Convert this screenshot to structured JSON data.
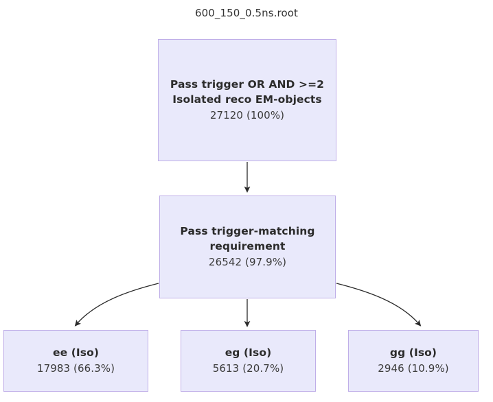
{
  "diagram": {
    "title": "600_150_0.5ns.root",
    "type": "cutflow-flowchart",
    "node_fill_color": "#e9e9fb",
    "node_border_color": "#bfaee8",
    "edge_color": "#2b2b2b",
    "background_color": "#ffffff",
    "nodes": [
      {
        "id": "top",
        "label": "Pass trigger OR AND >=2 Isolated reco EM-objects",
        "count": "27120 (100%)",
        "count_value": 27120,
        "percent": 100
      },
      {
        "id": "mid",
        "label": "Pass trigger-matching requirement",
        "count": "26542 (97.9%)",
        "count_value": 26542,
        "percent": 97.9
      },
      {
        "id": "ee",
        "label": "ee (Iso)",
        "count": "17983 (66.3%)",
        "count_value": 17983,
        "percent": 66.3
      },
      {
        "id": "eg",
        "label": "eg (Iso)",
        "count": "5613 (20.7%)",
        "count_value": 5613,
        "percent": 20.7
      },
      {
        "id": "gg",
        "label": "gg (Iso)",
        "count": "2946 (10.9%)",
        "count_value": 2946,
        "percent": 10.9
      }
    ],
    "edges": [
      {
        "from": "top",
        "to": "mid",
        "style": "straight"
      },
      {
        "from": "mid",
        "to": "ee",
        "style": "curved"
      },
      {
        "from": "mid",
        "to": "eg",
        "style": "straight"
      },
      {
        "from": "mid",
        "to": "gg",
        "style": "curved"
      }
    ]
  }
}
